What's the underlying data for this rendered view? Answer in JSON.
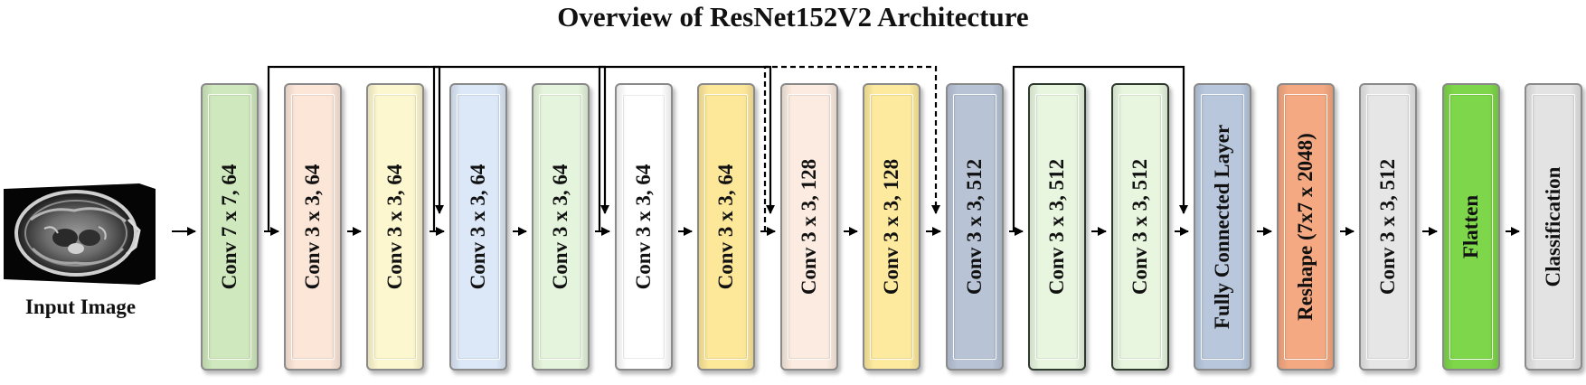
{
  "title": "Overview of ResNet152V2 Architecture",
  "input": {
    "label": "Input Image"
  },
  "blocks": [
    {
      "label": "Conv 7 x 7, 64",
      "color": "#cfe8bd"
    },
    {
      "label": "Conv 3 x 3, 64",
      "color": "#fbe6d8"
    },
    {
      "label": "Conv 3 x 3, 64",
      "color": "#fdf7cf"
    },
    {
      "label": "Conv 3 x 3, 64",
      "color": "#dce8f7"
    },
    {
      "label": "Conv 3 x 3, 64",
      "color": "#e5f4dc"
    },
    {
      "label": "Conv 3 x 3, 64",
      "color": "#ffffff"
    },
    {
      "label": "Conv 3 x 3, 64",
      "color": "#fde89a"
    },
    {
      "label": "Conv 3 x 3, 128",
      "color": "#fbebe0"
    },
    {
      "label": "Conv 3 x 3, 128",
      "color": "#fdea9f"
    },
    {
      "label": "Conv 3 x 3, 512",
      "color": "#b8c4d6"
    },
    {
      "label": "Conv 3 x 3, 512",
      "color": "#e8f6e0"
    },
    {
      "label": "Conv 3 x 3, 512",
      "color": "#e8f6e0"
    },
    {
      "label": "Fully Connected Layer",
      "color": "#b9c7dc"
    },
    {
      "label": "Reshape (7x7 x 2048)",
      "color": "#f4a982"
    },
    {
      "label": "Conv 3 x 3, 512",
      "color": "#e6e6e6"
    },
    {
      "label": "Flatten",
      "color": "#7ed64a"
    },
    {
      "label": "Classification",
      "color": "#e3e3e3"
    }
  ],
  "skip_connections": [
    {
      "style": "solid"
    },
    {
      "style": "solid"
    },
    {
      "style": "solid"
    },
    {
      "style": "dashed"
    },
    {
      "style": "solid"
    }
  ]
}
